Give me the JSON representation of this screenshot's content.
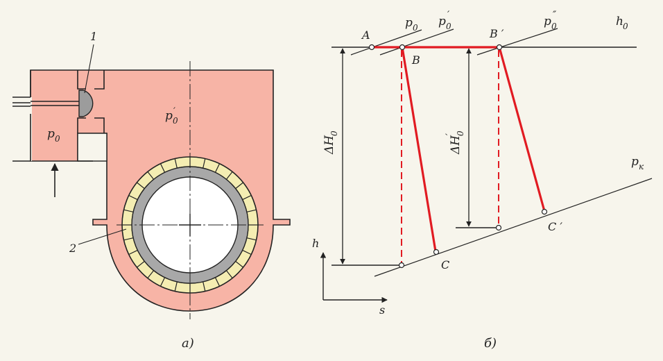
{
  "left": {
    "caption": "а)",
    "callout_1": "1",
    "callout_2": "2",
    "p0_main": "p",
    "p0_sub": "0",
    "p0prime_main": "p",
    "p0prime_sub": "0",
    "p0prime_mark": "′"
  },
  "right": {
    "caption": "б)",
    "p0": {
      "main": "p",
      "sub": "0"
    },
    "p0prime": {
      "main": "p",
      "sub": "0",
      "mark": "′"
    },
    "p0dprime": {
      "main": "p",
      "sub": "0",
      "mark": "″"
    },
    "h0": {
      "main": "h",
      "sub": "0"
    },
    "pk": {
      "main": "p",
      "sub": "к"
    },
    "point_A": "A",
    "point_B": "B",
    "point_Bprime": "B ′",
    "point_C": "C",
    "point_Cprime": "C ′",
    "dH0": {
      "main": "ΔH",
      "sub": "0"
    },
    "dH0prime": {
      "main": "ΔH",
      "sub": "0",
      "mark": "′"
    },
    "axis_h": "h",
    "axis_s": "s"
  },
  "colors": {
    "pink": "#f7b4a6",
    "red": "#e11b22",
    "gray_ring": "#a8a8a8",
    "insert": "#f4edb2",
    "line": "#222222"
  }
}
